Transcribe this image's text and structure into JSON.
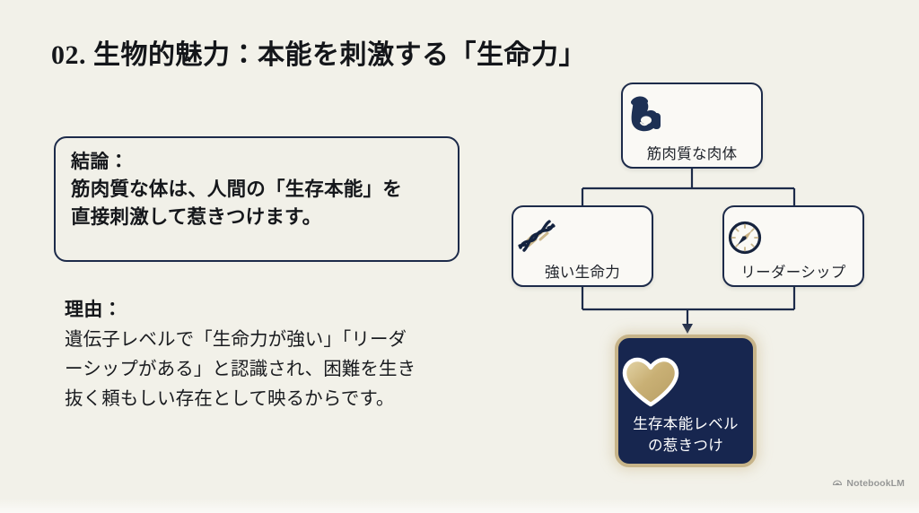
{
  "slide": {
    "background_color": "#f2f1e9",
    "title": "02. 生物的魅力：本能を刺激する「生命力」"
  },
  "conclusion": {
    "label": "結論：",
    "line1": "筋肉質な体は、人間の「生存本能」を",
    "line2": "直接刺激して惹きつけます。",
    "border_color": "#1d2b4a"
  },
  "reason": {
    "label": "理由：",
    "line1": "遺伝子レベルで「生命力が強い」「リーダ",
    "line2": "ーシップがある」と認識され、困難を生き",
    "line3": "抜く頼もしい存在として映るからです。"
  },
  "flow": {
    "line_color": "#1d2b4a",
    "accent_gold": "#c7b489",
    "nodes": {
      "top": {
        "label": "筋肉質な肉体",
        "icon": "flexed-bicep-icon"
      },
      "left": {
        "label": "強い生命力",
        "icon": "dna-helix-icon"
      },
      "right": {
        "label": "リーダーシップ",
        "icon": "compass-icon"
      },
      "bottom": {
        "label_line1": "生存本能レベル",
        "label_line2": "の惹きつけ",
        "icon": "heart-icon",
        "background_color": "#17264f",
        "border_color": "#c7b489"
      }
    }
  },
  "watermark": {
    "text": "NotebookLM",
    "icon": "notebooklm-logo-icon"
  }
}
